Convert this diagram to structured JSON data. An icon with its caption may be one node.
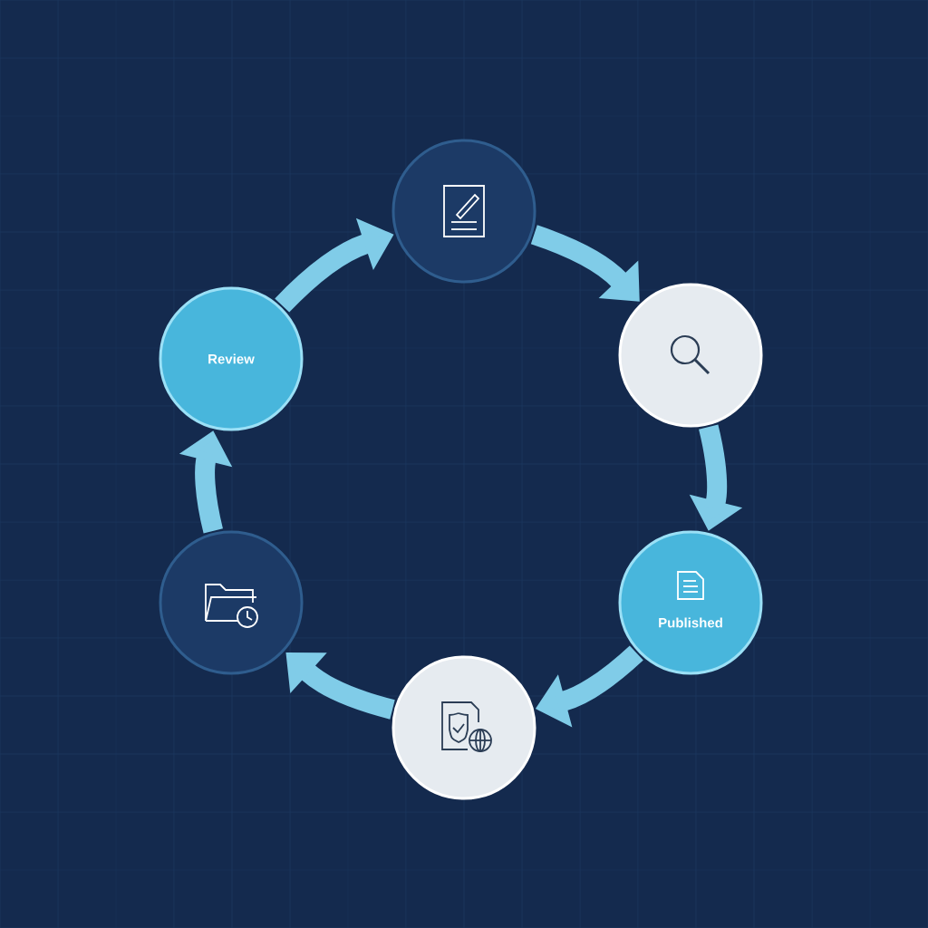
{
  "diagram": {
    "nodes": [
      {
        "text": [],
        "shape": "circle"
      },
      {
        "text": [
          "Review"
        ]
      },
      {
        "text": [],
        "shape": "circle"
      },
      {
        "text": [],
        "shape": "circle"
      },
      {
        "text": [
          "Published"
        ]
      },
      {
        "text": [],
        "shape": "circle"
      }
    ],
    "edges": [
      {
        "from": 0,
        "to": 2,
        "arrow": "to"
      },
      {
        "from": 2,
        "to": 4,
        "arrow": "to"
      },
      {
        "from": 4,
        "to": 5,
        "arrow": "to"
      },
      {
        "from": 5,
        "to": 3,
        "arrow": "to"
      },
      {
        "from": 3,
        "to": 1,
        "arrow": "to"
      },
      {
        "from": 1,
        "to": 0,
        "arrow": "to"
      }
    ]
  }
}
